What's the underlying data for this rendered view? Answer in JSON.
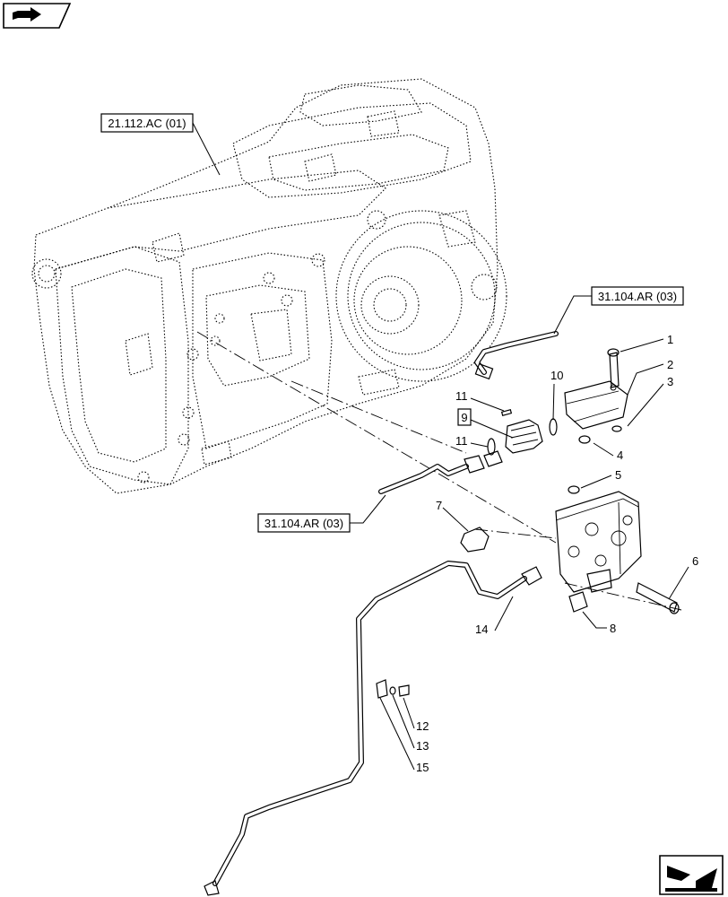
{
  "refs": {
    "transmission": "21.112.AC (01)",
    "line_upper": "31.104.AR (03)",
    "line_lower": "31.104.AR (03)"
  },
  "callouts": [
    "1",
    "2",
    "3",
    "4",
    "5",
    "6",
    "7",
    "8",
    "9",
    "10",
    "11",
    "11",
    "12",
    "13",
    "14",
    "15"
  ],
  "icons": {
    "top_left": "book-arrow-icon",
    "bottom_right": "next-page-arrow-icon"
  }
}
